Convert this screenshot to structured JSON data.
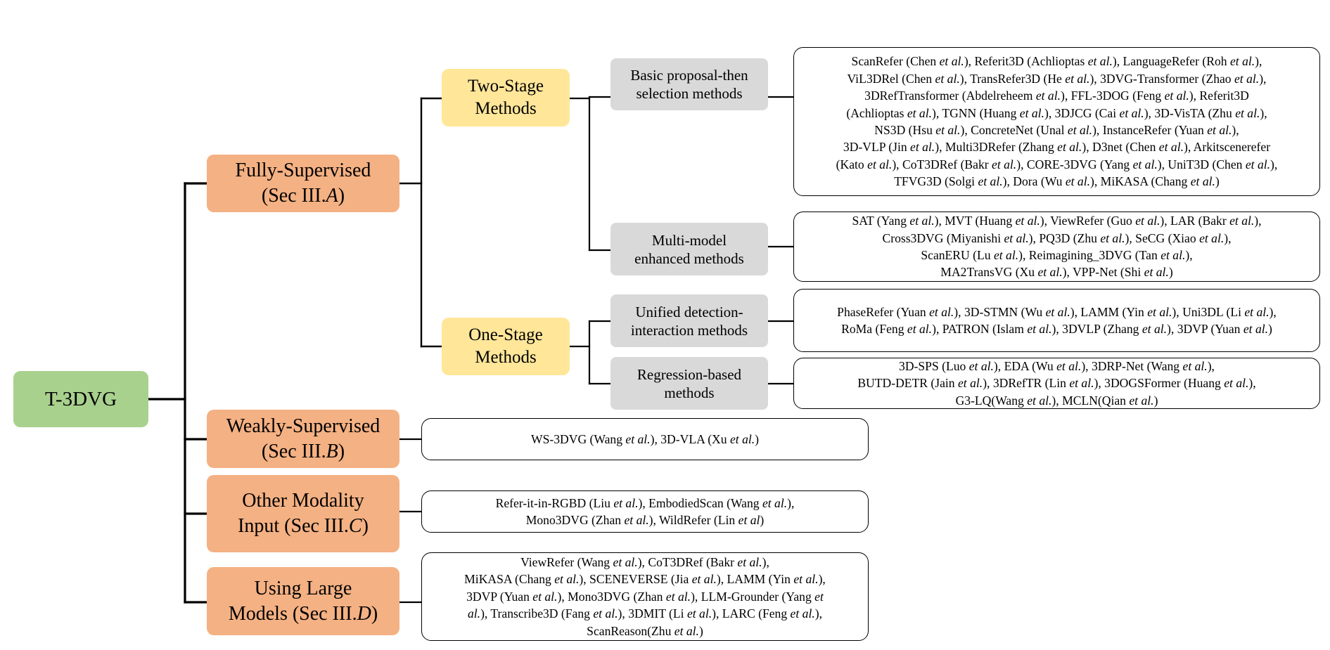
{
  "root": "T-3DVG",
  "fully_supervised": {
    "label": [
      "Fully-Supervised",
      "(Sec III.A)"
    ],
    "two_stage": {
      "label": [
        "Two-Stage",
        "Methods"
      ],
      "basic": {
        "label": [
          "Basic proposal-then",
          "selection methods"
        ],
        "refs": [
          "ScanRefer (Chen et al.), Referit3D (Achlioptas et al.), LanguageRefer (Roh et al.),",
          "ViL3DRel (Chen et al.), TransRefer3D (He et al.), 3DVG-Transformer (Zhao et al.),",
          "3DRefTransformer (Abdelreheem et al.), FFL-3DOG (Feng et al.), Referit3D",
          "(Achlioptas et al.), TGNN (Huang et al.), 3DJCG (Cai et al.), 3D-VisTA (Zhu et al.),",
          "NS3D (Hsu et al.), ConcreteNet (Unal et al.), InstanceRefer (Yuan et al.),",
          "3D-VLP (Jin et al.), Multi3DRefer (Zhang et al.), D3net (Chen et al.), Arkitscenerefer",
          "(Kato et al.), CoT3DRef (Bakr et al.), CORE-3DVG (Yang et al.), UniT3D (Chen et al.),",
          "TFVG3D (Solgi et al.), Dora (Wu et al.), MiKASA (Chang et al.)"
        ]
      },
      "multi": {
        "label": [
          "Multi-model",
          "enhanced methods"
        ],
        "refs": [
          "SAT (Yang et al.), MVT (Huang et al.), ViewRefer (Guo et al.), LAR (Bakr et al.),",
          "Cross3DVG (Miyanishi et al.), PQ3D (Zhu et al.), SeCG (Xiao et al.),",
          "ScanERU (Lu et al.), Reimagining_3DVG (Tan et al.),",
          "MA2TransVG (Xu et al.), VPP-Net (Shi et al.)"
        ]
      }
    },
    "one_stage": {
      "label": [
        "One-Stage",
        "Methods"
      ],
      "unified": {
        "label": [
          "Unified detection-",
          "interaction methods"
        ],
        "refs": [
          "PhaseRefer (Yuan et al.), 3D-STMN (Wu et al.), LAMM (Yin et al.), Uni3DL (Li et al.),",
          "RoMa (Feng et al.), PATRON (Islam et al.), 3DVLP (Zhang et al.), 3DVP (Yuan et al.)"
        ]
      },
      "regression": {
        "label": [
          "Regression-based",
          "methods"
        ],
        "refs": [
          "3D-SPS (Luo et al.), EDA (Wu et al.), 3DRP-Net (Wang et al.),",
          "BUTD-DETR (Jain et al.), 3DRefTR (Lin et al.), 3DOGSFormer (Huang et al.),",
          "G3-LQ(Wang et al.), MCLN(Qian et al.)"
        ]
      }
    }
  },
  "weakly_supervised": {
    "label": [
      "Weakly-Supervised",
      "(Sec III.B)"
    ],
    "refs": [
      "WS-3DVG (Wang et al.), 3D-VLA (Xu et al.)"
    ]
  },
  "other_modality": {
    "label": [
      "Other Modality",
      "Input (Sec III.C)"
    ],
    "refs": [
      "Refer-it-in-RGBD (Liu et al.), EmbodiedScan (Wang et al.),",
      "Mono3DVG (Zhan et al.), WildRefer (Lin et al)"
    ]
  },
  "large_models": {
    "label": [
      "Using Large",
      "Models (Sec III.D)"
    ],
    "refs": [
      "ViewRefer (Wang et al.), CoT3DRef (Bakr et al.),",
      "MiKASA (Chang et al.), SCENEVERSE (Jia et al.), LAMM (Yin et al.),",
      "3DVP (Yuan et al.), Mono3DVG (Zhan et al.), LLM-Grounder (Yang et",
      "al.), Transcribe3D (Fang et al.), 3DMIT (Li et al.), LARC (Feng et al.),",
      "ScanReason(Zhu et al.)"
    ]
  },
  "colors": {
    "root": "#a9d18e",
    "level1": "#f4b183",
    "level2": "#ffe699",
    "level3": "#d9d9d9",
    "leaf_border": "#000000"
  }
}
